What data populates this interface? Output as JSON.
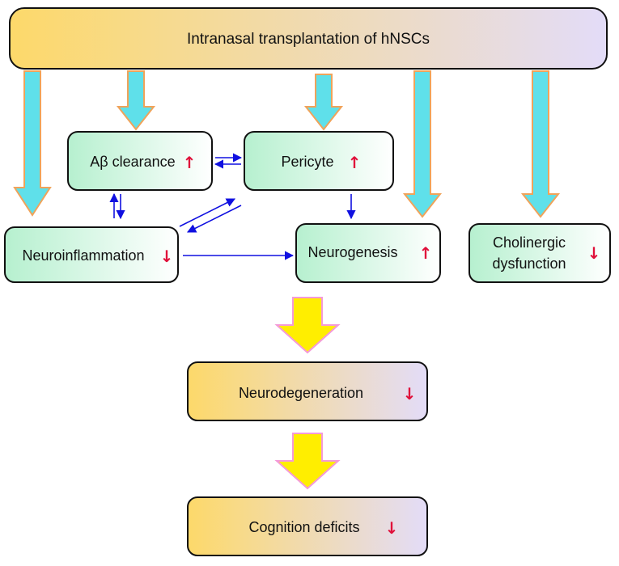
{
  "title": "Intranasal transplantation of hNSCs",
  "nodes": {
    "abeta": {
      "label": "Aβ clearance",
      "indicator": "↑"
    },
    "pericyte": {
      "label": "Pericyte",
      "indicator": "↑"
    },
    "neuroinflammation": {
      "label": "Neuroinflammation",
      "indicator": "↓"
    },
    "neurogenesis": {
      "label": "Neurogenesis",
      "indicator": "↑"
    },
    "cholinergic": {
      "label_line1": "Cholinergic",
      "label_line2": "dysfunction",
      "indicator": "↓"
    },
    "neurodegeneration": {
      "label": "Neurodegeneration",
      "indicator": "↓"
    },
    "cognition": {
      "label": "Cognition deficits",
      "indicator": "↓"
    }
  },
  "colors": {
    "gradient_start": "#fdd96a",
    "gradient_end": "#e3dcf8",
    "green_box_start": "#b6f0cf",
    "green_box_end": "#ffffff",
    "cyan_arrow": "#5fe0ea",
    "cyan_arrow_border": "#f0a35a",
    "yellow_arrow": "#ffee00",
    "yellow_arrow_border": "#f49ad8",
    "blue_line": "#1010e0",
    "red_indicator": "#e0103a"
  }
}
